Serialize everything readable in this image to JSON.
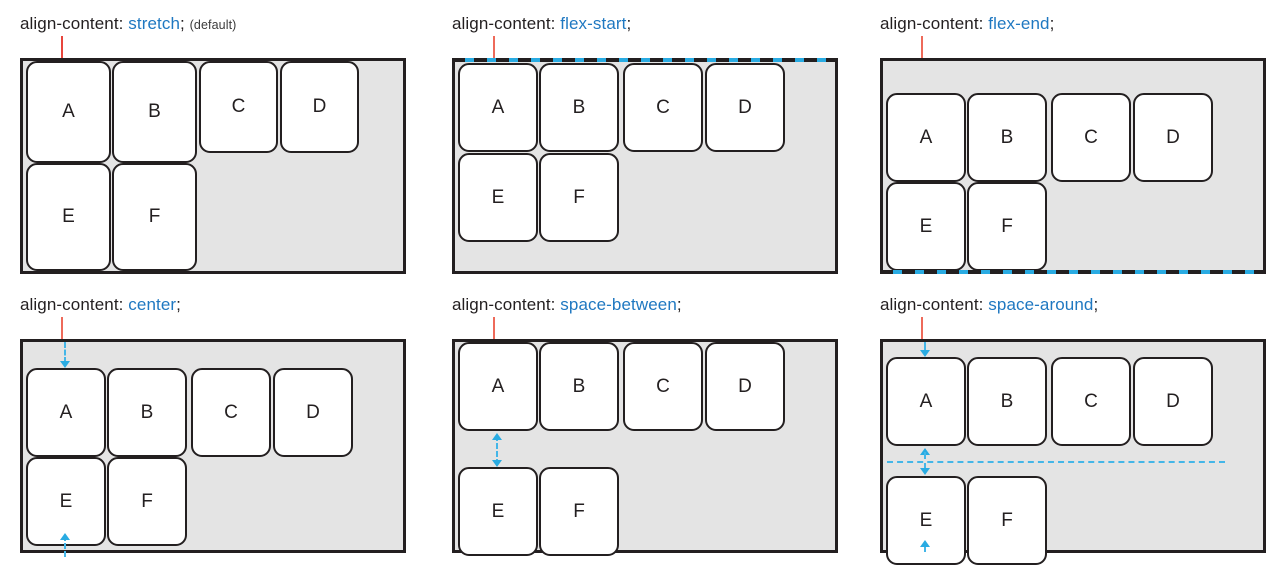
{
  "page": {
    "topic": "CSS flexbox align-content property illustration",
    "colors": {
      "accent_blue": "#1f78c1",
      "guide_cyan": "#29abe2",
      "tick_red": "#e8453c",
      "container_bg": "#e4e4e4",
      "border_dark": "#231f20",
      "item_bg": "#ffffff"
    }
  },
  "diagrams": [
    {
      "id": "stretch",
      "property": "align-content:",
      "value": "stretch",
      "semicolon": ";",
      "note": "(default)",
      "items": [
        "A",
        "B",
        "C",
        "D",
        "E",
        "F"
      ],
      "rows": [
        [
          "A",
          "B",
          "C",
          "D"
        ],
        [
          "E",
          "F"
        ]
      ],
      "guides": [
        "tick"
      ]
    },
    {
      "id": "flex-start",
      "property": "align-content:",
      "value": "flex-start",
      "semicolon": ";",
      "note": "",
      "items": [
        "A",
        "B",
        "C",
        "D",
        "E",
        "F"
      ],
      "rows": [
        [
          "A",
          "B",
          "C",
          "D"
        ],
        [
          "E",
          "F"
        ]
      ],
      "guides": [
        "tick",
        "top-dashed-cyan-line"
      ]
    },
    {
      "id": "flex-end",
      "property": "align-content:",
      "value": "flex-end",
      "semicolon": ";",
      "note": "",
      "items": [
        "A",
        "B",
        "C",
        "D",
        "E",
        "F"
      ],
      "rows": [
        [
          "A",
          "B",
          "C",
          "D"
        ],
        [
          "E",
          "F"
        ]
      ],
      "guides": [
        "tick",
        "bottom-dashed-cyan-line"
      ]
    },
    {
      "id": "center",
      "property": "align-content:",
      "value": "center",
      "semicolon": ";",
      "note": "",
      "items": [
        "A",
        "B",
        "C",
        "D",
        "E",
        "F"
      ],
      "rows": [
        [
          "A",
          "B",
          "C",
          "D"
        ],
        [
          "E",
          "F"
        ]
      ],
      "guides": [
        "tick",
        "top-arrow-down",
        "bottom-arrow-up"
      ]
    },
    {
      "id": "space-between",
      "property": "align-content:",
      "value": "space-between",
      "semicolon": ";",
      "note": "",
      "items": [
        "A",
        "B",
        "C",
        "D",
        "E",
        "F"
      ],
      "rows": [
        [
          "A",
          "B",
          "C",
          "D"
        ],
        [
          "E",
          "F"
        ]
      ],
      "guides": [
        "tick",
        "middle-double-arrow"
      ]
    },
    {
      "id": "space-around",
      "property": "align-content:",
      "value": "space-around",
      "semicolon": ";",
      "note": "",
      "items": [
        "A",
        "B",
        "C",
        "D",
        "E",
        "F"
      ],
      "rows": [
        [
          "A",
          "B",
          "C",
          "D"
        ],
        [
          "E",
          "F"
        ]
      ],
      "guides": [
        "tick",
        "top-arrow-down",
        "middle-dashed-line-double-arrow",
        "bottom-arrow-up"
      ]
    }
  ]
}
